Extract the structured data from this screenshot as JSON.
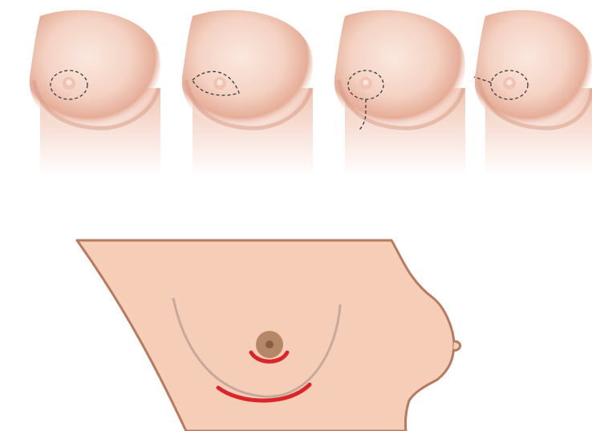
{
  "figure": {
    "top_row": {
      "panels": [
        {
          "id": "periareolar",
          "incision": "periareolar-circle"
        },
        {
          "id": "crescent",
          "incision": "areola-crescent"
        },
        {
          "id": "vertical",
          "incision": "areola-with-vertical-line"
        },
        {
          "id": "lateral",
          "incision": "areola-with-lateral-line"
        }
      ]
    },
    "bottom": {
      "incisions": [
        {
          "id": "inframammary",
          "color": "#d9262b"
        },
        {
          "id": "periareolar-lower",
          "color": "#d9262b"
        }
      ]
    }
  },
  "colors": {
    "skin_light": "#fbe8df",
    "skin_mid": "#f1c5b3",
    "skin_shadow": "#d89a86",
    "flat_skin": "#f6cdb7",
    "outline": "#b87a5f",
    "areola": "#b48768",
    "crease": "#c6a99b",
    "incision_red": "#d9262b",
    "dash": "#3a3a3a"
  }
}
